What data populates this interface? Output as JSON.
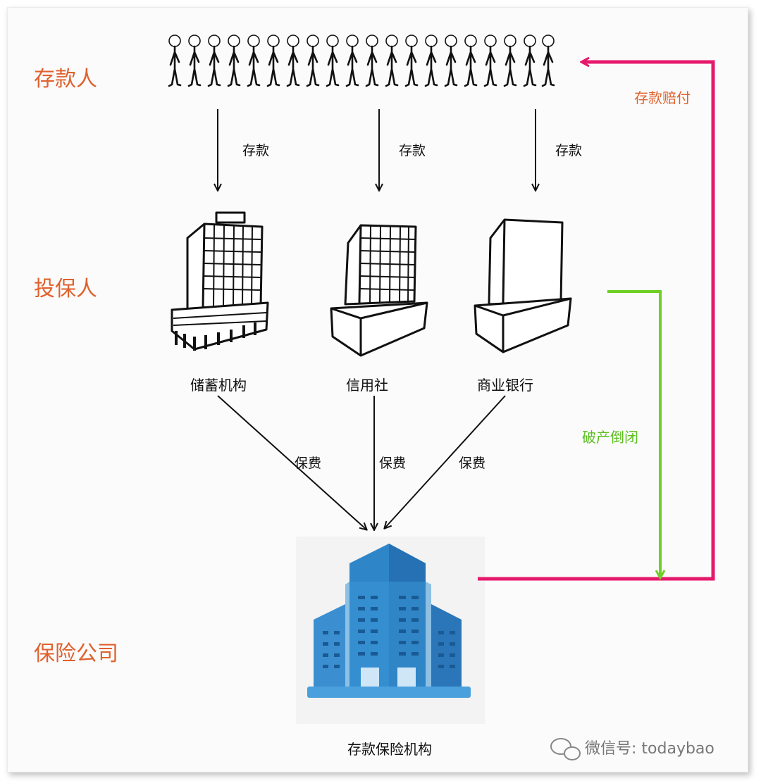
{
  "roles": {
    "depositor": "存款人",
    "policyholder": "投保人",
    "insurer": "保险公司"
  },
  "flows": {
    "deposit_1": "存款",
    "deposit_2": "存款",
    "deposit_3": "存款",
    "premium_1": "保费",
    "premium_2": "保费",
    "premium_3": "保费",
    "compensation": "存款赔付",
    "bankruptcy": "破产倒闭"
  },
  "institutions": {
    "savings": "储蓄机构",
    "credit_union": "信用社",
    "commercial_bank": "商业银行",
    "deposit_insurer": "存款保险机构"
  },
  "watermark": "微信号: todaybao",
  "colors": {
    "role_text": "#e0612d",
    "compensation_arrow": "#e5196b",
    "bankruptcy_arrow": "#6fcf25",
    "building_blue": "#2e86c9"
  }
}
